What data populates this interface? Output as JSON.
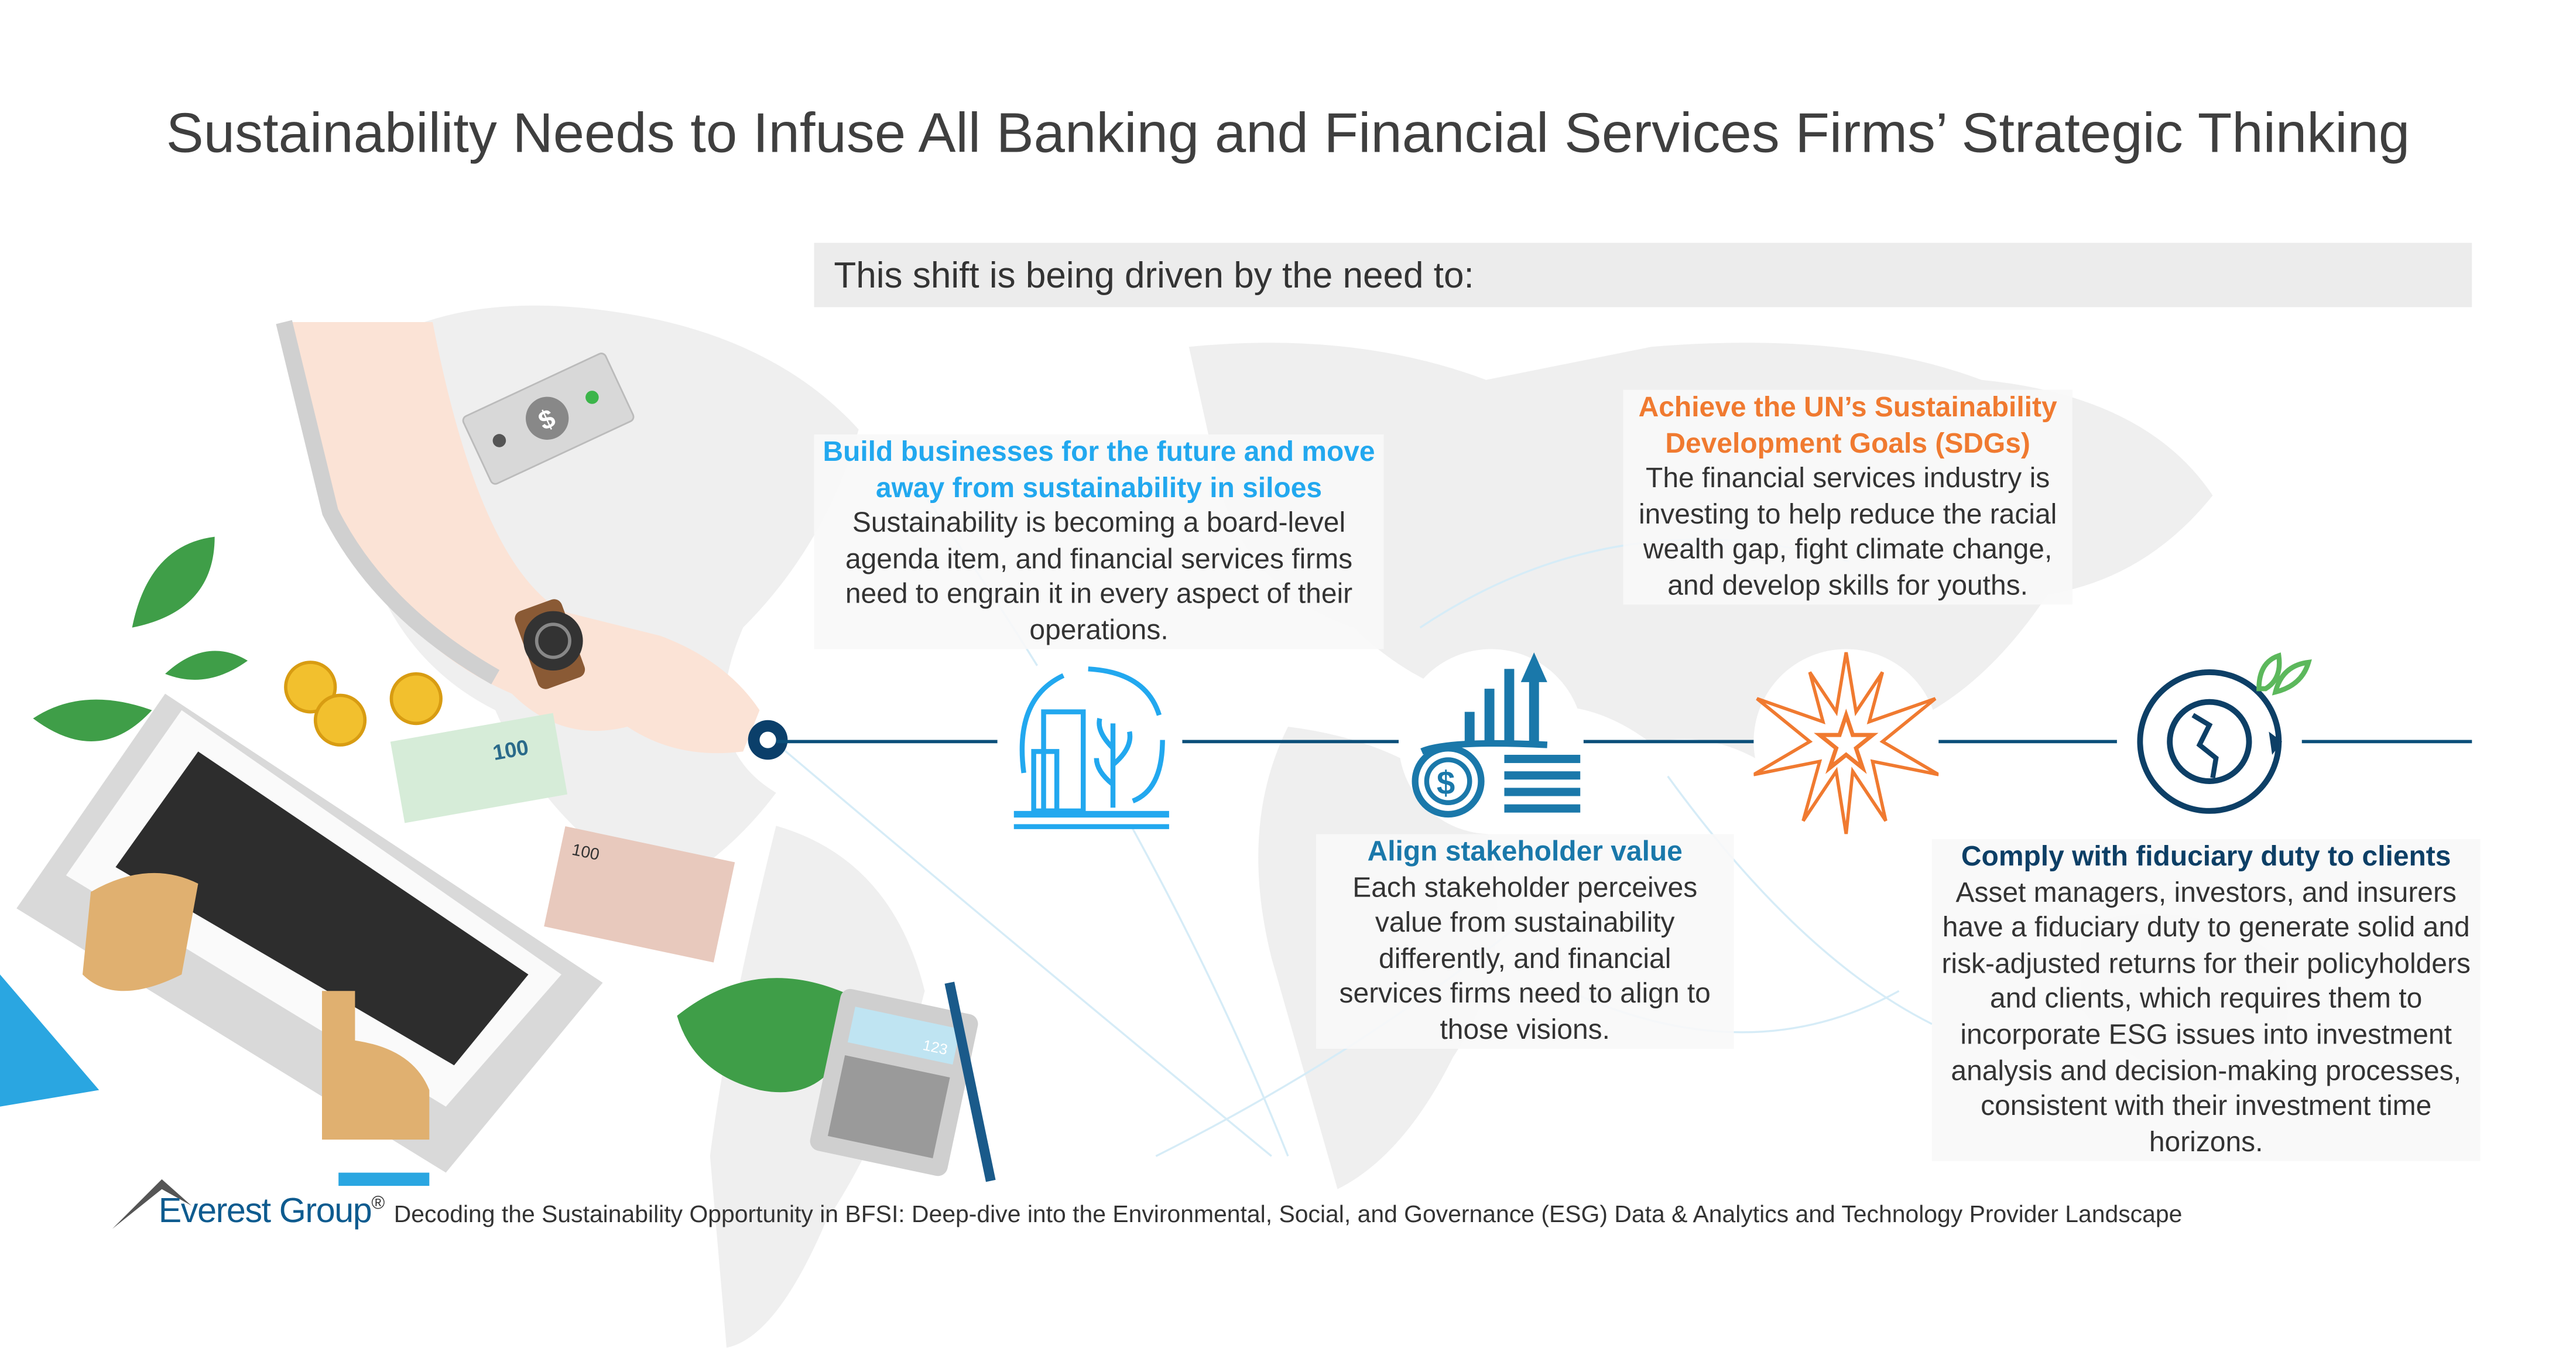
{
  "title": "Sustainability Needs to Infuse All Banking and Financial Services Firms’ Strategic Thinking",
  "intro": "This shift is being driven by the need to:",
  "colors": {
    "light_blue": "#22a8ef",
    "mid_blue": "#1a78aa",
    "orange": "#f07a30",
    "navy": "#0d3f66",
    "leaf_green": "#5cb85c",
    "line": "#0b4f7a"
  },
  "drivers": [
    {
      "icon": "city-sustainability-cycle-icon",
      "heading": "Build businesses for the future and move away from sustainability in siloes",
      "body": "Sustainability is becoming a board-level agenda item, and financial services firms need to engrain it in every aspect of their operations."
    },
    {
      "icon": "dollar-growth-chart-icon",
      "heading": "Align stakeholder value",
      "body": "Each stakeholder perceives value from sustainability differently, and financial services firms need to align to those visions."
    },
    {
      "icon": "starburst-icon",
      "heading": "Achieve the UN’s Sustainability Development Goals (SDGs)",
      "body": "The financial services industry is investing to help reduce the racial wealth gap, fight climate change, and develop skills for youths."
    },
    {
      "icon": "globe-cycle-leaf-icon",
      "heading": "Comply with fiduciary duty to clients",
      "body": "Asset managers, investors, and insurers have a fiduciary duty to generate solid and risk-adjusted returns for their policyholders and clients, which requires them to incorporate ESG issues into investment analysis and decision-making processes, consistent with their investment time horizons."
    }
  ],
  "illustration": {
    "banknote_label_1": "100",
    "banknote_label_2": "100",
    "calculator_display": "123"
  },
  "footer": {
    "logo": "Everest Group",
    "logo_mark": "®",
    "source": "Decoding the Sustainability Opportunity in BFSI: Deep-dive into the Environmental, Social, and Governance (ESG) Data & Analytics and Technology Provider Landscape"
  }
}
